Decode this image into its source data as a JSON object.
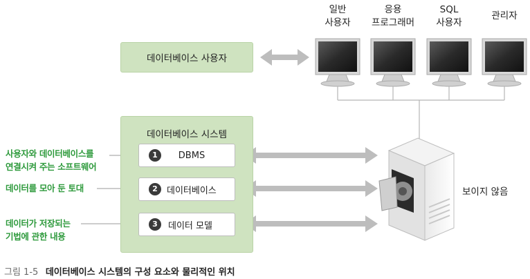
{
  "top": {
    "db_user_box": "데이터베이스 사용자",
    "users": [
      {
        "line1": "일반",
        "line2": "사용자"
      },
      {
        "line1": "응용",
        "line2": "프로그래머"
      },
      {
        "line1": "SQL",
        "line2": "사용자"
      },
      {
        "line1": "관리자",
        "line2": ""
      }
    ]
  },
  "system": {
    "title": "데이터베이스 시스템",
    "items": [
      {
        "num": "1",
        "label": "DBMS"
      },
      {
        "num": "2",
        "label": "데이터베이스"
      },
      {
        "num": "3",
        "label": "데이터 모델"
      }
    ]
  },
  "left_notes": [
    {
      "line1": "사용자와 데이터베이스를",
      "line2": "연결시켜 주는 소프트웨어"
    },
    {
      "line1": "데이터를 모아 둔 토대",
      "line2": ""
    },
    {
      "line1": "데이터가 저장되는",
      "line2": "기법에 관한 내용"
    }
  ],
  "server_label": "보이지 않음",
  "caption": {
    "fig": "그림 1-5",
    "text": "데이터베이스 시스템의 구성 요소와 물리적인 위치"
  },
  "colors": {
    "green_box": "#cfe3c0",
    "note_green": "#2e9a3c",
    "arrow_gray": "#bdbdbd"
  }
}
